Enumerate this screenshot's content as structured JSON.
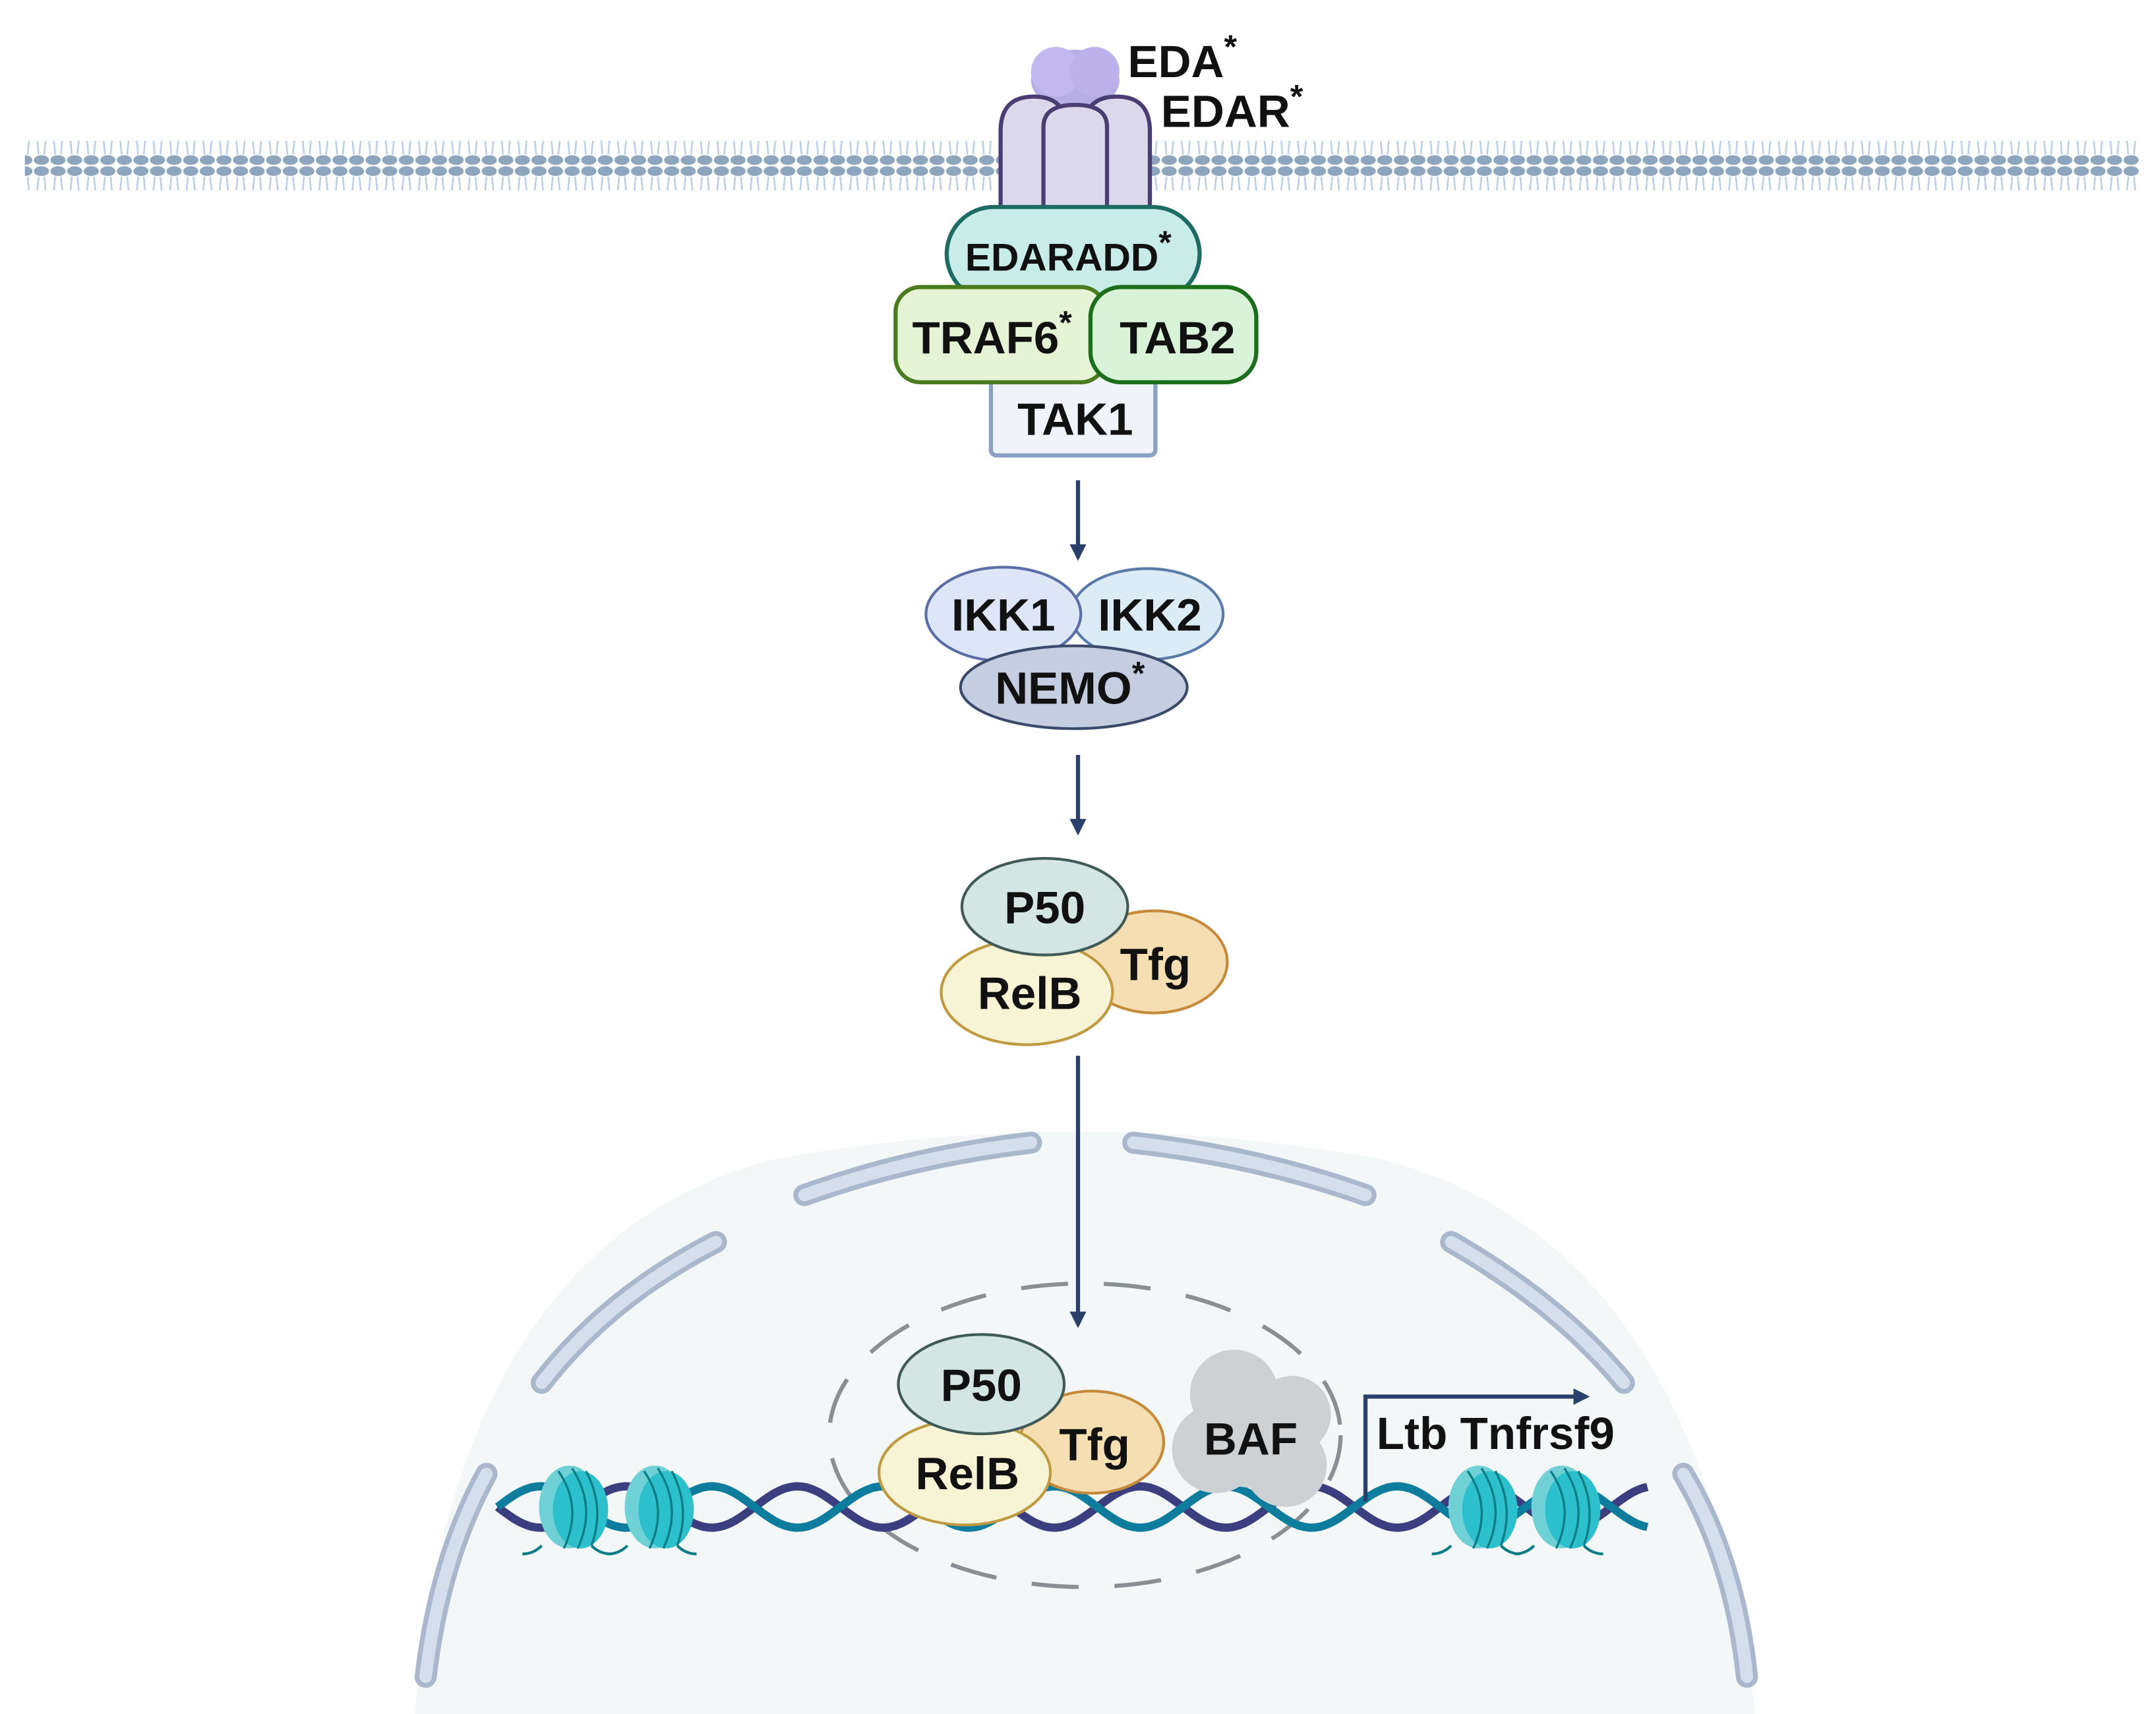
{
  "membrane": {
    "ligand": {
      "name": "EDA",
      "mark": "*"
    },
    "receptor": {
      "name": "EDAR",
      "mark": "*"
    }
  },
  "adaptor_complex": {
    "edaradd": {
      "name": "EDARADD",
      "mark": "*"
    },
    "traf6": {
      "name": "TRAF6",
      "mark": "*"
    },
    "tab2": {
      "name": "TAB2"
    },
    "tak1": {
      "name": "TAK1"
    }
  },
  "ikk_complex": {
    "ikk1": "IKK1",
    "ikk2": "IKK2",
    "nemo": {
      "name": "NEMO",
      "mark": "*"
    }
  },
  "cytoplasmic_nfkb": {
    "p50": "P50",
    "relb": "RelB",
    "tfg": "Tfg"
  },
  "nuclear_nfkb": {
    "p50": "P50",
    "relb": "RelB",
    "tfg": "Tfg",
    "baf": "BAF"
  },
  "target_genes": "Ltb Tnfrsf9",
  "colors": {
    "arrow": "#2b3f6b",
    "dna_strand_1": "#3c3f7f",
    "dna_strand_2": "#0e7c9c",
    "nucleosome": "#3cc4cf",
    "nuclear_envelope": "#c9d4e4"
  }
}
